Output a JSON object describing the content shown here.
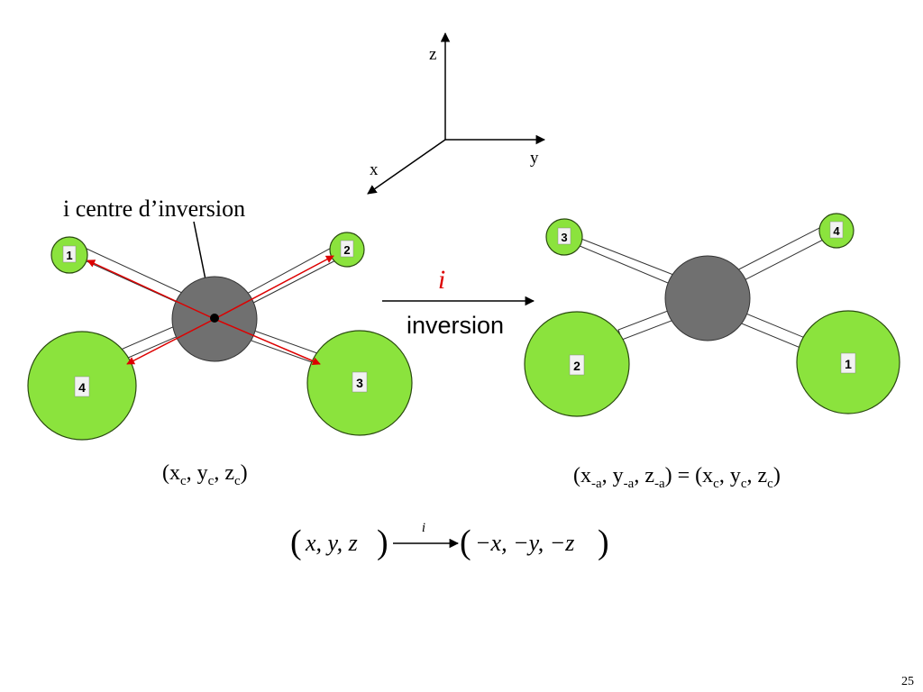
{
  "axes": {
    "z": "z",
    "y": "y",
    "x": "x"
  },
  "centre_label": "i centre d’inversion",
  "arrow": {
    "symbol": "i",
    "label": "inversion"
  },
  "molecule_before": {
    "atoms": [
      {
        "id": "1",
        "label": "1"
      },
      {
        "id": "2",
        "label": "2"
      },
      {
        "id": "3",
        "label": "3"
      },
      {
        "id": "4",
        "label": "4"
      }
    ]
  },
  "molecule_after": {
    "atoms": [
      {
        "id": "3",
        "label": "3"
      },
      {
        "id": "4",
        "label": "4"
      },
      {
        "id": "2",
        "label": "2"
      },
      {
        "id": "1",
        "label": "1"
      }
    ]
  },
  "coord_left": {
    "open": "(x",
    "sub1": "c",
    "y": ", y",
    "sub2": "c",
    "z": ", z",
    "sub3": "c",
    "close": ")"
  },
  "coord_right": {
    "open": "(x",
    "sub1": "-a",
    "y": ", y",
    "sub2": "-a",
    "z": ", z",
    "sub3": "-a",
    "mid": ") = (x",
    "sub4": "c",
    "y2": ", y",
    "sub5": "c",
    "z2": ", z",
    "sub6": "c",
    "close": ")"
  },
  "formula": {
    "lhs": "x, y, z",
    "op": "i",
    "rhs": "−x, −y, −z"
  },
  "page_number": "25",
  "colors": {
    "atom_green": "#8BE33D",
    "atom_stroke": "#2a4a10",
    "centre_gray": "#707070",
    "accent_red": "#dd0000"
  }
}
